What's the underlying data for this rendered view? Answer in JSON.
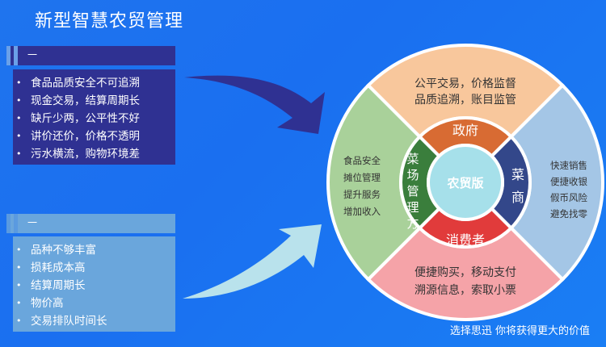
{
  "title": "新型智慧农贸管理",
  "panel_top": {
    "header": "一",
    "items": [
      "食品品质安全不可追溯",
      "现金交易，结算周期长",
      "缺斤少两，公平性不好",
      "讲价还价，价格不透明",
      "污水横流，购物环境差"
    ]
  },
  "panel_bottom": {
    "header": "一",
    "items": [
      "品种不够丰富",
      "损耗成本高",
      "结算周期长",
      "物价高",
      "交易排队时间长"
    ]
  },
  "diagram": {
    "center": "农贸版",
    "top_outer": [
      "公平交易，价格监督",
      "品质追溯，账目监管"
    ],
    "top_inner": "政府",
    "left_outer": [
      "食品安全",
      "摊位管理",
      "提升服务",
      "增加收入"
    ],
    "left_inner": [
      "菜",
      "场",
      "管",
      "理",
      "方"
    ],
    "right_outer": [
      "快速销售",
      "便捷收银",
      "假币风险",
      "避免找零"
    ],
    "right_inner": [
      "菜",
      "商"
    ],
    "bottom_outer": [
      "便捷购买，移动支付",
      "溯源信息，索取小票"
    ],
    "bottom_inner": "消费者",
    "colors": {
      "top_outer": "#f8c79c",
      "top_inner": "#d86b33",
      "left_outer": "#a9d19a",
      "left_inner": "#3a7e3c",
      "right_outer": "#a4c6e6",
      "right_inner": "#33478a",
      "bottom_outer": "#f5a3a8",
      "bottom_inner": "#e13b3b",
      "center": "#a6e0ea"
    }
  },
  "footer": "选择思迅 你将获得更大的价值"
}
